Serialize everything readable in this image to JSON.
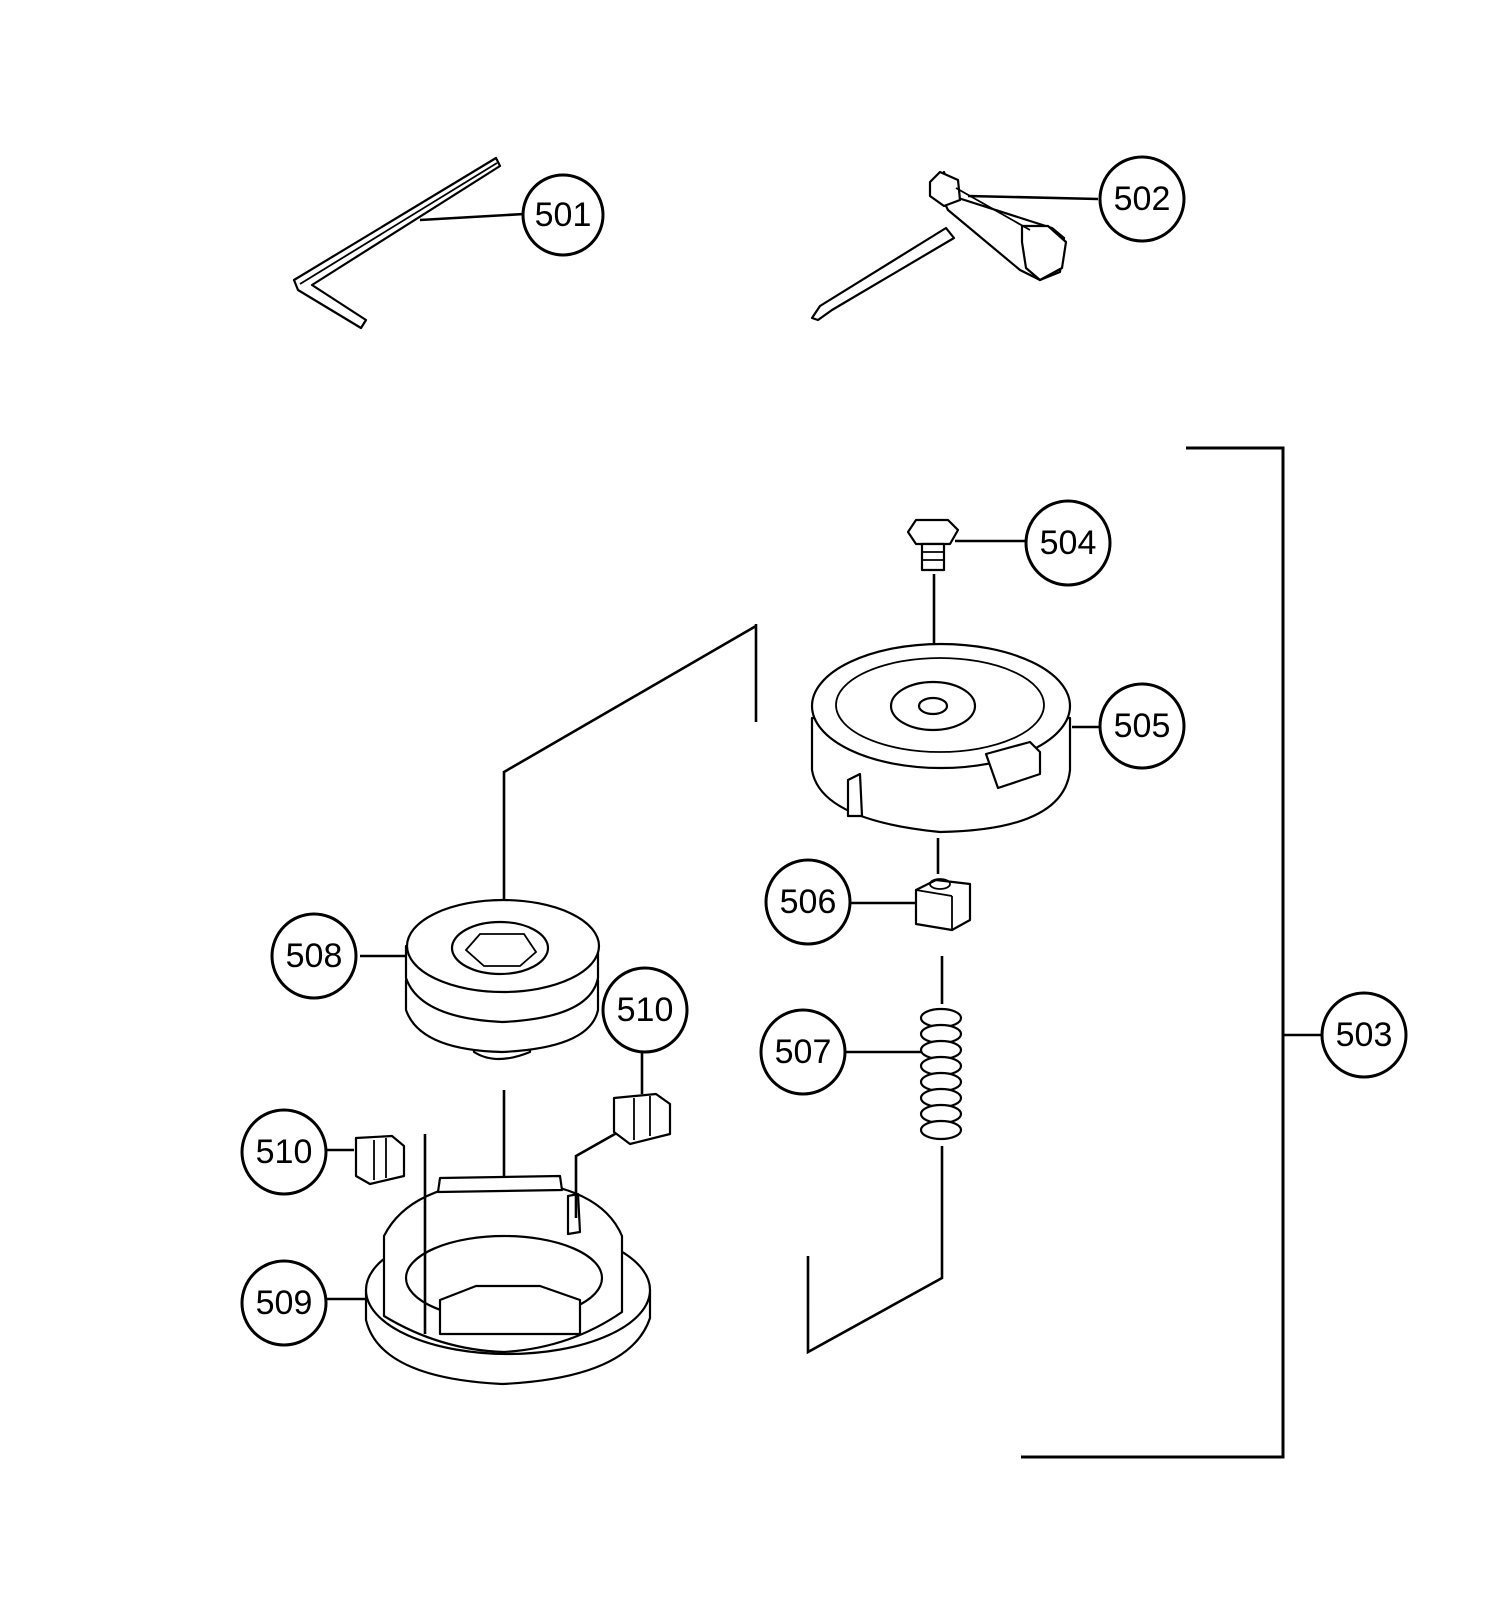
{
  "callouts": [
    {
      "id": "501",
      "label": "501"
    },
    {
      "id": "502",
      "label": "502"
    },
    {
      "id": "503",
      "label": "503"
    },
    {
      "id": "504",
      "label": "504"
    },
    {
      "id": "505",
      "label": "505"
    },
    {
      "id": "506",
      "label": "506"
    },
    {
      "id": "507",
      "label": "507"
    },
    {
      "id": "508",
      "label": "508"
    },
    {
      "id": "509",
      "label": "509"
    },
    {
      "id": "510a",
      "label": "510"
    },
    {
      "id": "510b",
      "label": "510"
    }
  ],
  "parts": [
    {
      "id": "501",
      "icon": "hex-key-icon"
    },
    {
      "id": "502",
      "icon": "spark-plug-wrench-icon"
    },
    {
      "id": "504",
      "icon": "bolt-icon"
    },
    {
      "id": "505",
      "icon": "spool-cover-icon"
    },
    {
      "id": "506",
      "icon": "nut-icon"
    },
    {
      "id": "507",
      "icon": "spring-icon"
    },
    {
      "id": "508",
      "icon": "line-spool-icon"
    },
    {
      "id": "509",
      "icon": "spool-housing-icon"
    },
    {
      "id": "510",
      "icon": "eyelet-icon"
    }
  ]
}
